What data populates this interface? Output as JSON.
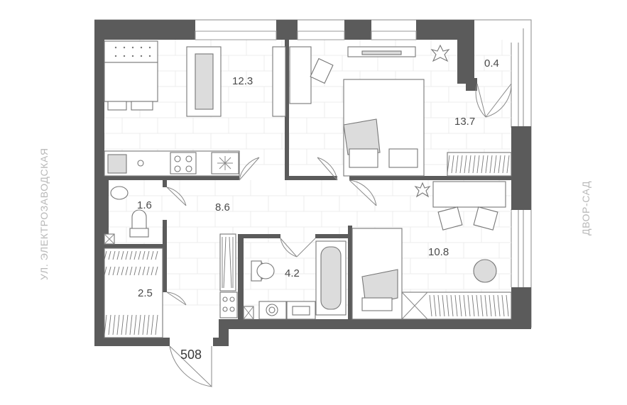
{
  "apartment": {
    "number": "508"
  },
  "streets": {
    "left": "УЛ. ЭЛЕКТРОЗАВОДСКАЯ",
    "right": "ДВОР-САД"
  },
  "rooms": [
    {
      "id": "kitchen-living",
      "area": "12.3"
    },
    {
      "id": "bedroom",
      "area": "13.7"
    },
    {
      "id": "balcony",
      "area": "0.4"
    },
    {
      "id": "toilet",
      "area": "1.6"
    },
    {
      "id": "hallway",
      "area": "8.6"
    },
    {
      "id": "bathroom",
      "area": "4.2"
    },
    {
      "id": "room-2",
      "area": "10.8"
    },
    {
      "id": "closet",
      "area": "2.5"
    }
  ],
  "colors": {
    "wall": "#5b5b5b",
    "brick": "#ececec",
    "label": "#4a4a4a",
    "street_label": "#b9b9b9"
  }
}
